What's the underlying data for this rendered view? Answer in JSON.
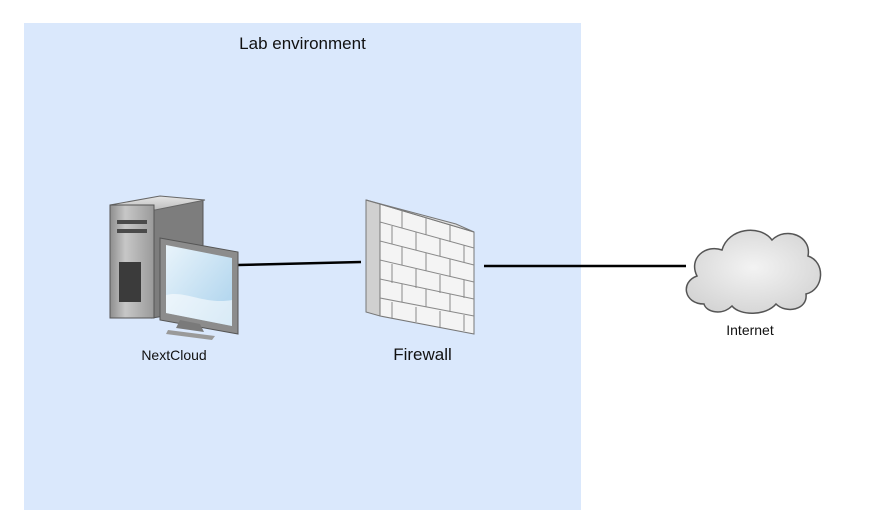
{
  "zone": {
    "title": "Lab environment",
    "fill": "#dae8fc"
  },
  "nodes": {
    "server": {
      "label": "NextCloud",
      "icon": "server-workstation-icon"
    },
    "firewall": {
      "label": "Firewall",
      "icon": "firewall-icon"
    },
    "internet": {
      "label": "Internet",
      "icon": "cloud-icon"
    }
  },
  "links": [
    {
      "from": "server",
      "to": "firewall"
    },
    {
      "from": "firewall",
      "to": "internet"
    }
  ],
  "colors": {
    "line": "#000000",
    "brick": "#f2f2f2",
    "cloud": "#e6e6e6",
    "screen": "#cfe6f7"
  }
}
